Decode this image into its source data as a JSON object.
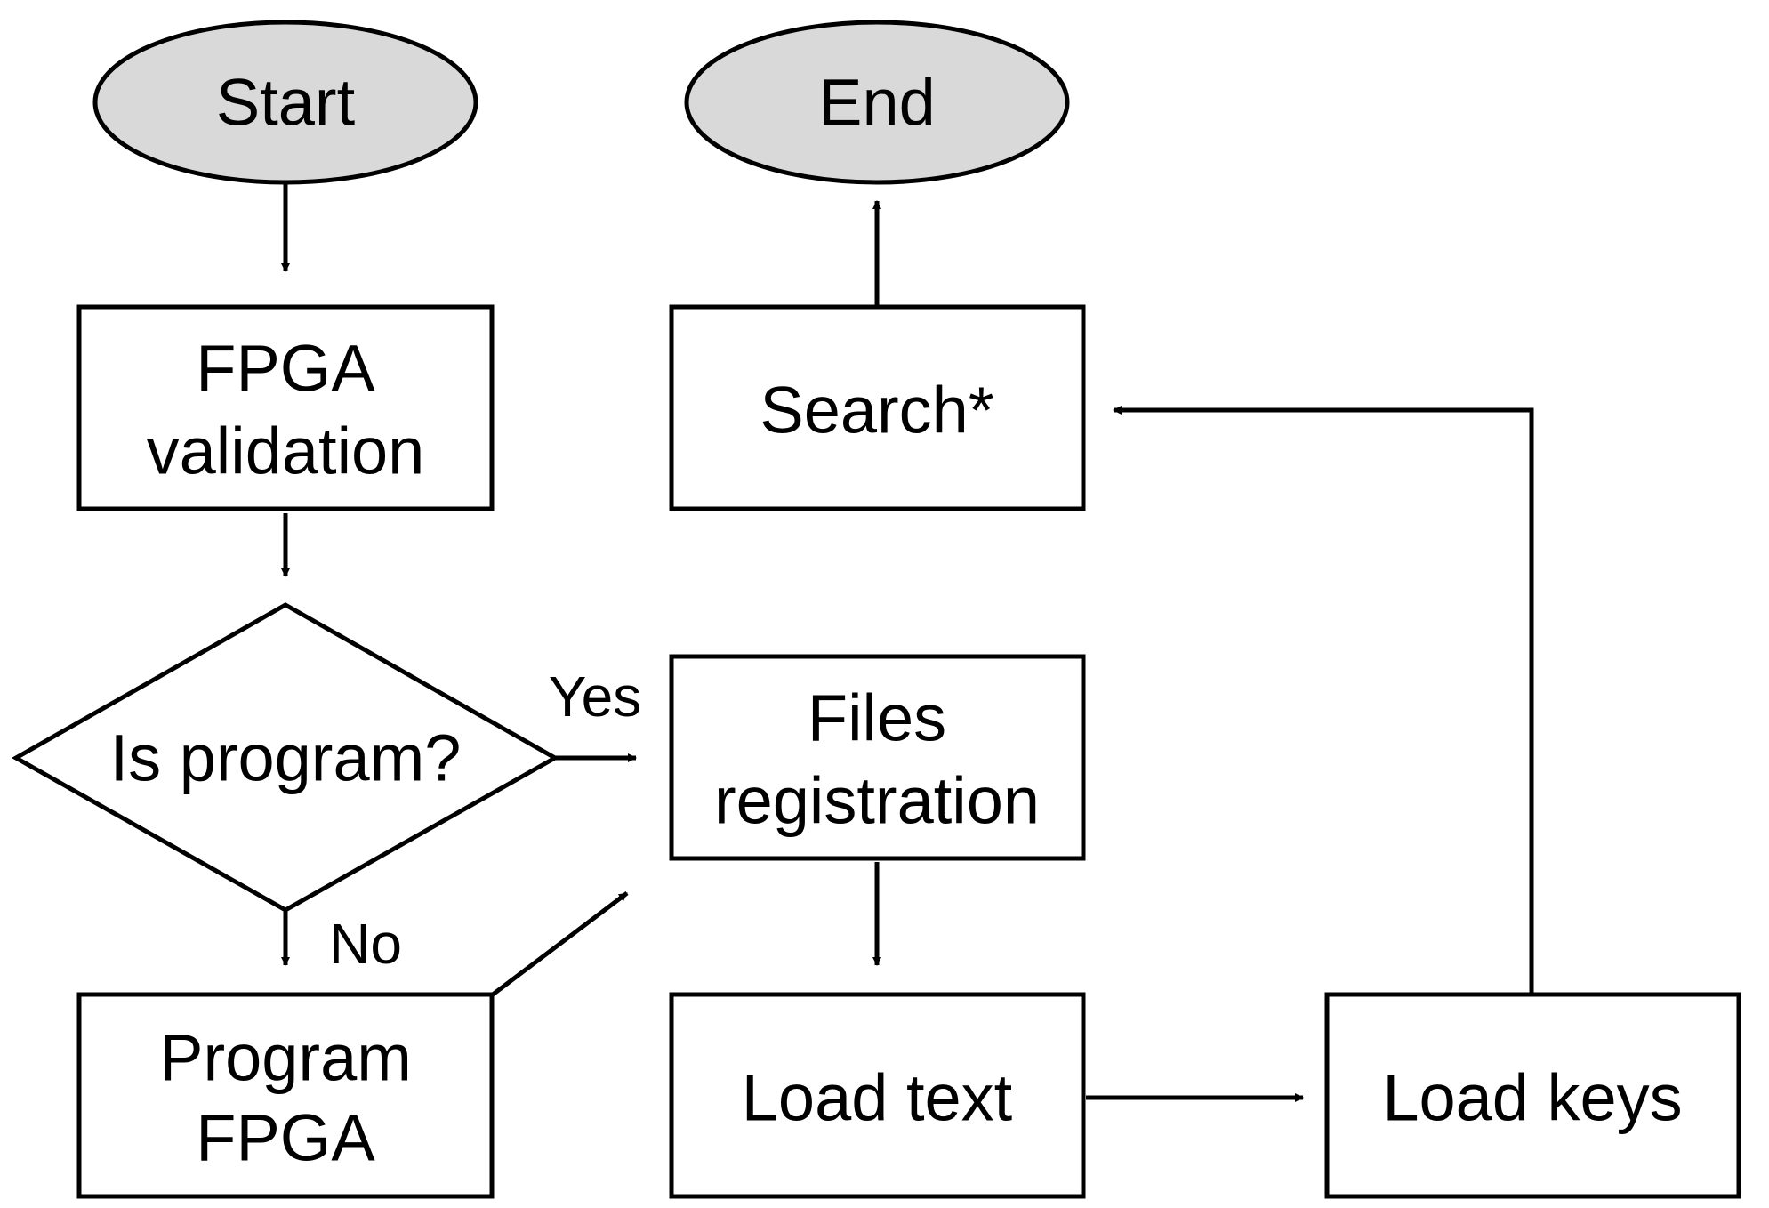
{
  "diagram": {
    "colors": {
      "terminal_fill": "#d9d9d9",
      "box_fill": "#ffffff",
      "stroke": "#000000"
    },
    "nodes": {
      "start": {
        "lines": [
          "Start"
        ]
      },
      "end": {
        "lines": [
          "End"
        ]
      },
      "fpga_validation": {
        "lines": [
          "FPGA",
          "validation"
        ]
      },
      "is_program": {
        "lines": [
          "Is program?"
        ]
      },
      "program_fpga": {
        "lines": [
          "Program",
          "FPGA"
        ]
      },
      "files_registration": {
        "lines": [
          "Files",
          "registration"
        ]
      },
      "load_text": {
        "lines": [
          "Load text"
        ]
      },
      "load_keys": {
        "lines": [
          "Load keys"
        ]
      },
      "search": {
        "lines": [
          "Search*"
        ]
      }
    },
    "edges": [
      {
        "from": "start",
        "to": "fpga_validation",
        "label": ""
      },
      {
        "from": "fpga_validation",
        "to": "is_program",
        "label": ""
      },
      {
        "from": "is_program",
        "to": "files_registration",
        "label": "Yes"
      },
      {
        "from": "is_program",
        "to": "program_fpga",
        "label": "No"
      },
      {
        "from": "program_fpga",
        "to": "files_registration",
        "label": ""
      },
      {
        "from": "files_registration",
        "to": "load_text",
        "label": ""
      },
      {
        "from": "load_text",
        "to": "load_keys",
        "label": ""
      },
      {
        "from": "load_keys",
        "to": "search",
        "label": ""
      },
      {
        "from": "search",
        "to": "end",
        "label": ""
      }
    ]
  }
}
